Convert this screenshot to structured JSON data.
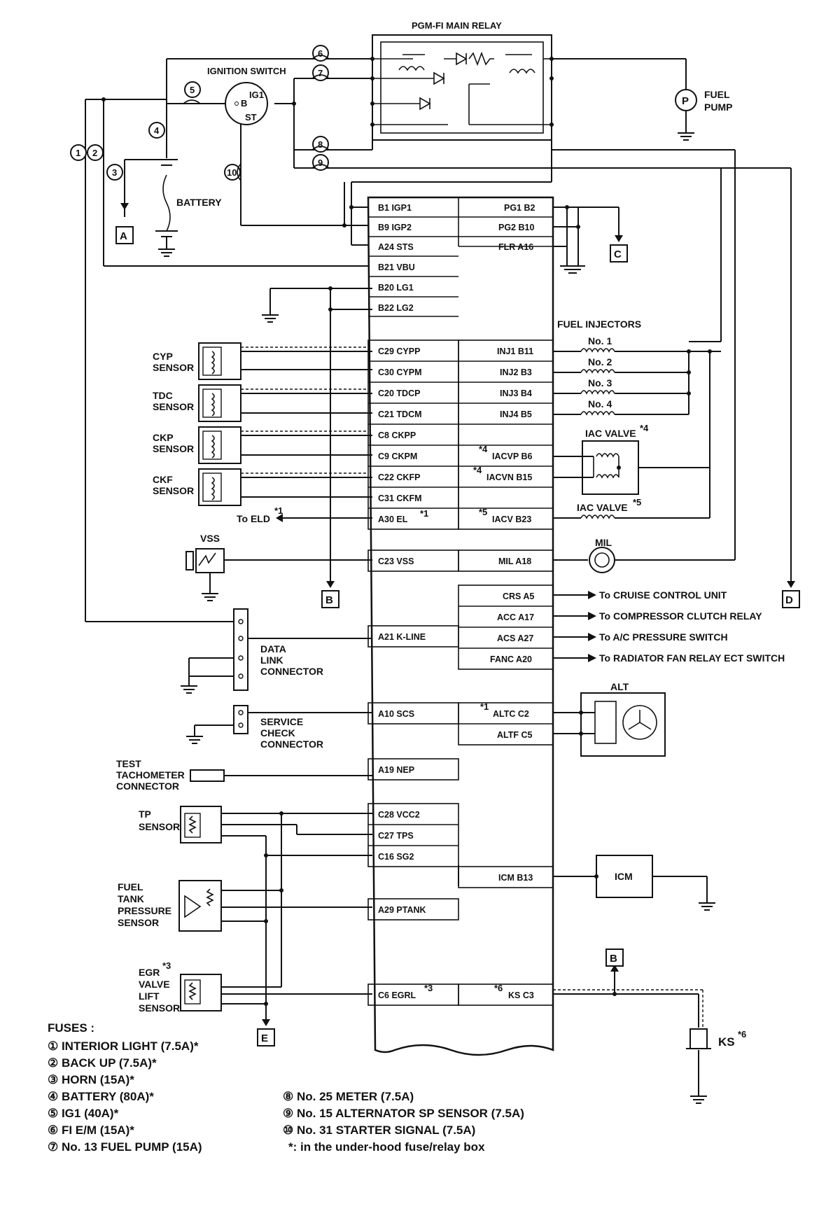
{
  "diagram": {
    "relay_title": "PGM-FI MAIN RELAY",
    "ignition_switch": {
      "label": "IGNITION SWITCH",
      "b": "B",
      "ig1": "IG1",
      "st": "ST"
    },
    "battery_label": "BATTERY",
    "fuel_pump": {
      "label_1": "FUEL",
      "label_2": "PUMP",
      "symbol": "P"
    },
    "fuse_numbers": [
      "1",
      "2",
      "3",
      "4",
      "5",
      "6",
      "7",
      "8",
      "9",
      "10"
    ],
    "connectors": {
      "a": "A",
      "b": "B",
      "c": "C",
      "d": "D",
      "e": "E"
    },
    "ecm_pins_left": [
      "B1 IGP1",
      "B9 IGP2",
      "A24 STS",
      "B21 VBU",
      "B20 LG1",
      "B22 LG2",
      "C29 CYPP",
      "C30 CYPM",
      "C20 TDCP",
      "C21 TDCM",
      "C8 CKPP",
      "C9 CKPM",
      "C22 CKFP",
      "C31 CKFM",
      "A30 EL",
      "C23 VSS",
      "A21 K-LINE",
      "A10 SCS",
      "A19 NEP",
      "C28 VCC2",
      "C27 TPS",
      "C16 SG2",
      "A29 PTANK",
      "C6 EGRL"
    ],
    "ecm_pins_right": [
      "PG1 B2",
      "PG2 B10",
      "FLR A16",
      "INJ1 B11",
      "INJ2 B3",
      "INJ3 B4",
      "INJ4 B5",
      "IACVP B6",
      "IACVN B15",
      "IACV B23",
      "MIL A18",
      "CRS A5",
      "ACC A17",
      "ACS A27",
      "FANC A20",
      "ALTC C2",
      "ALTF C5",
      "ICM B13",
      "KS C3"
    ],
    "note_marks": {
      "n1": "*1",
      "n3": "*3",
      "n4": "*4",
      "n5": "*5",
      "n6": "*6"
    },
    "sensors": {
      "cyp_1": "CYP",
      "cyp_2": "SENSOR",
      "tdc_1": "TDC",
      "tdc_2": "SENSOR",
      "ckp_1": "CKP",
      "ckp_2": "SENSOR",
      "ckf_1": "CKF",
      "ckf_2": "SENSOR",
      "to_eld": "To ELD",
      "vss": "VSS",
      "dlc_1": "DATA",
      "dlc_2": "LINK",
      "dlc_3": "CONNECTOR",
      "scs_1": "SERVICE",
      "scs_2": "CHECK",
      "scs_3": "CONNECTOR",
      "tach_1": "TEST",
      "tach_2": "TACHOMETER",
      "tach_3": "CONNECTOR",
      "tp_1": "TP",
      "tp_2": "SENSOR",
      "ftp_1": "FUEL",
      "ftp_2": "TANK",
      "ftp_3": "PRESSURE",
      "ftp_4": "SENSOR",
      "egr_1": "EGR",
      "egr_2": "VALVE",
      "egr_3": "LIFT",
      "egr_4": "SENSOR"
    },
    "right_side": {
      "injectors_title": "FUEL INJECTORS",
      "inj": [
        "No. 1",
        "No. 2",
        "No. 3",
        "No. 4"
      ],
      "iac_valve": "IAC VALVE",
      "mil": "MIL",
      "to_cruise": "To CRUISE CONTROL UNIT",
      "to_compressor": "To COMPRESSOR CLUTCH RELAY",
      "to_ac": "To A/C PRESSURE SWITCH",
      "to_radiator": "To RADIATOR FAN RELAY ECT SWITCH",
      "alt": "ALT",
      "icm": "ICM",
      "ks": "KS"
    },
    "fuses_title": "FUSES :",
    "fuses": [
      "① INTERIOR LIGHT (7.5A)*",
      "② BACK UP (7.5A)*",
      "③ HORN (15A)*",
      "④ BATTERY (80A)*",
      "⑤ IG1 (40A)*",
      "⑥ FI E/M (15A)*",
      "⑦ No. 13 FUEL PUMP (15A)"
    ],
    "fuses_right": [
      "⑧ No. 25 METER (7.5A)",
      "⑨ No. 15 ALTERNATOR SP SENSOR (7.5A)",
      "⑩ No. 31 STARTER SIGNAL (7.5A)",
      "*: in the under-hood fuse/relay box"
    ]
  }
}
